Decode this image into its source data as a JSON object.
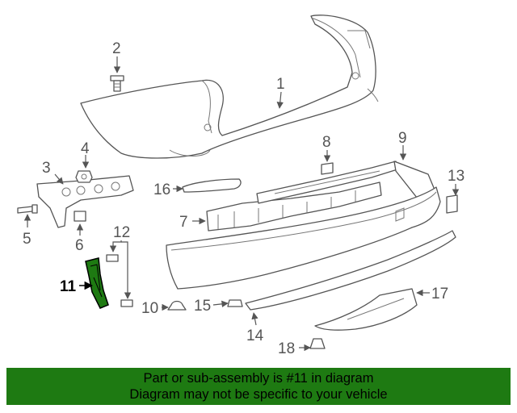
{
  "callouts": {
    "c1": "1",
    "c2": "2",
    "c3": "3",
    "c4": "4",
    "c5": "5",
    "c6": "6",
    "c7": "7",
    "c8": "8",
    "c9": "9",
    "c10": "10",
    "c11": "11",
    "c12": "12",
    "c13": "13",
    "c14": "14",
    "c15": "15",
    "c16": "16",
    "c17": "17",
    "c18": "18"
  },
  "highlight_color": "#1e7a12",
  "banner": {
    "line1": "Part or sub-assembly is #11 in diagram",
    "line2": "Diagram may not be specific to your vehicle",
    "background": "#1e7a12"
  }
}
